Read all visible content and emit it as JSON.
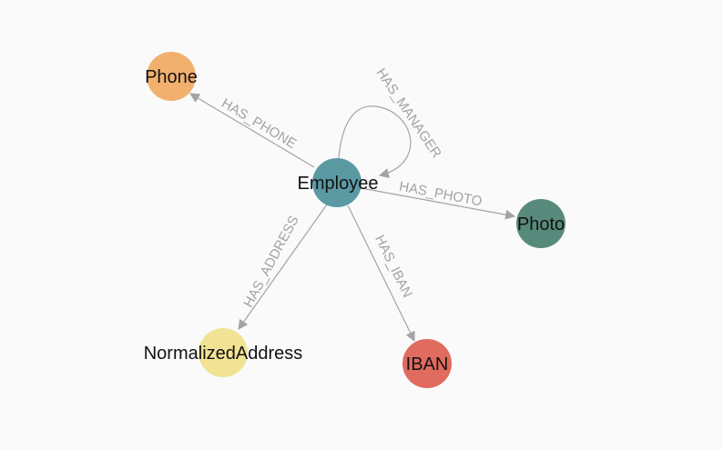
{
  "graph": {
    "nodes": [
      {
        "id": "employee",
        "label": "Employee",
        "color": "#5b99a3"
      },
      {
        "id": "phone",
        "label": "Phone",
        "color": "#f2b06f"
      },
      {
        "id": "photo",
        "label": "Photo",
        "color": "#588a7c"
      },
      {
        "id": "address",
        "label": "NormalizedAddress",
        "color": "#f2e394"
      },
      {
        "id": "iban",
        "label": "IBAN",
        "color": "#e06b5f"
      }
    ],
    "edges": [
      {
        "id": "has-phone",
        "label": "HAS_PHONE"
      },
      {
        "id": "has-manager",
        "label": "HAS_MANAGER"
      },
      {
        "id": "has-photo",
        "label": "HAS_PHOTO"
      },
      {
        "id": "has-address",
        "label": "HAS_ADDRESS"
      },
      {
        "id": "has-iban",
        "label": "HAS_IBAN"
      }
    ]
  }
}
